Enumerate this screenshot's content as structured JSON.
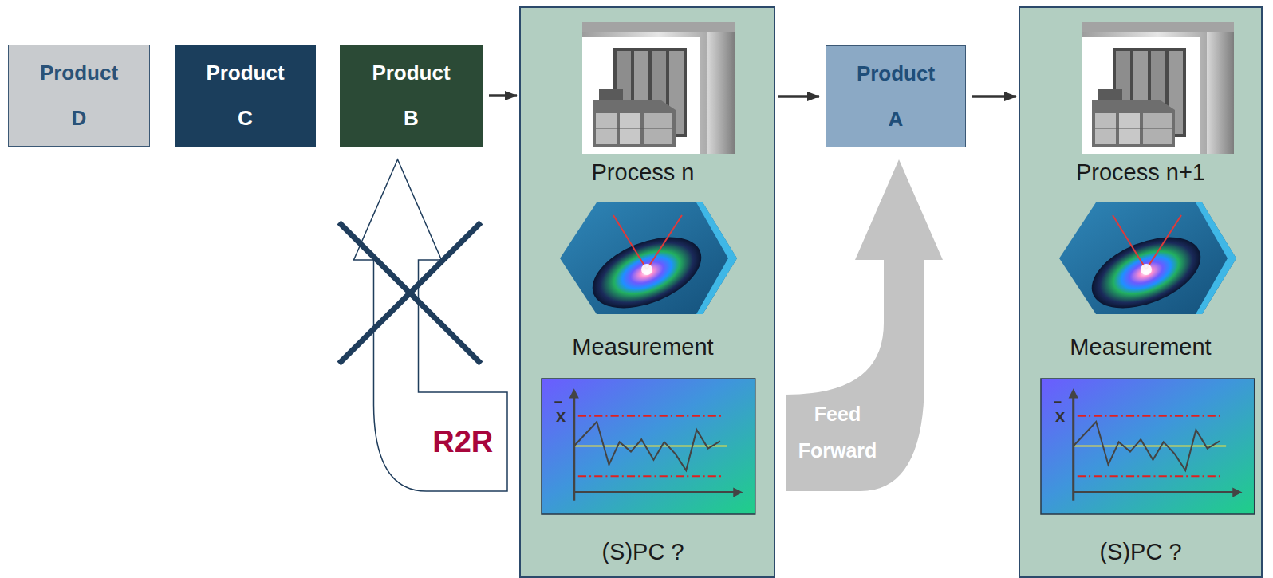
{
  "diagram": {
    "nodes": [
      {
        "text": [
          "Product D"
        ]
      },
      {
        "text": [
          "Product C"
        ]
      },
      {
        "text": [
          "Product B"
        ]
      },
      {
        "text": [
          "Process n",
          "Measurement",
          "(S)PC ?"
        ]
      },
      {
        "text": [
          "Product A"
        ]
      },
      {
        "text": [
          "Process n+1",
          "Measurement",
          "(S)PC ?"
        ]
      }
    ],
    "edges": [
      {
        "from": 2,
        "to": 3,
        "arrow": "to"
      },
      {
        "from": 3,
        "to": 4,
        "arrow": "to"
      },
      {
        "from": 4,
        "to": 5,
        "arrow": "to"
      },
      {
        "from": 3,
        "to": 2,
        "arrow": "to",
        "label": "R2R"
      },
      {
        "from": 3,
        "to": 4,
        "arrow": "to",
        "label": "Feed Forward"
      }
    ],
    "labels": [
      "x",
      "x"
    ]
  }
}
